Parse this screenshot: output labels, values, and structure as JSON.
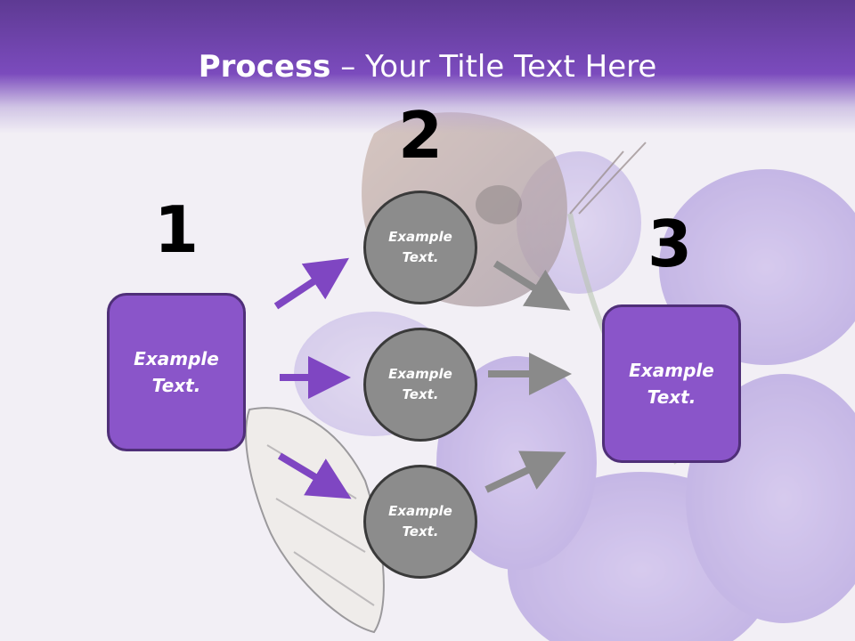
{
  "title": {
    "bold": "Process",
    "rest": " – Your Title Text Here"
  },
  "steps": [
    {
      "number": "1",
      "text": "Example Text."
    },
    {
      "number": "2",
      "text": "Example Text."
    },
    {
      "number": "3",
      "text": "Example Text."
    }
  ],
  "circles": [
    {
      "text": "Example Text."
    },
    {
      "text": "Example Text."
    },
    {
      "text": "Example Text."
    }
  ],
  "colors": {
    "accent": "#7b4bbd",
    "box": "#8a55c9",
    "circle": "#8c8c8c",
    "arrow_purple": "#7f46c2",
    "arrow_gray": "#8a8a8a"
  }
}
